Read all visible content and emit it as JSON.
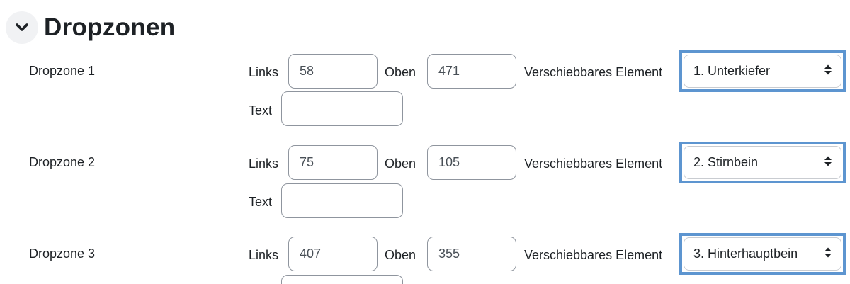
{
  "section": {
    "title": "Dropzonen",
    "toggle_icon": "chevron-down-icon"
  },
  "labels": {
    "left": "Links",
    "top": "Oben",
    "draggable_item": "Verschiebbares Element",
    "text": "Text"
  },
  "dropzones": [
    {
      "label": "Dropzone 1",
      "left": "58",
      "top": "471",
      "item": "1. Unterkiefer",
      "text": ""
    },
    {
      "label": "Dropzone 2",
      "left": "75",
      "top": "105",
      "item": "2. Stirnbein",
      "text": ""
    },
    {
      "label": "Dropzone 3",
      "left": "407",
      "top": "355",
      "item": "3. Hinterhauptbein",
      "text": ""
    }
  ],
  "colors": {
    "highlight_outline": "#5d95d0",
    "input_border": "#8f959e",
    "toggle_bg": "#f1f2f4"
  }
}
